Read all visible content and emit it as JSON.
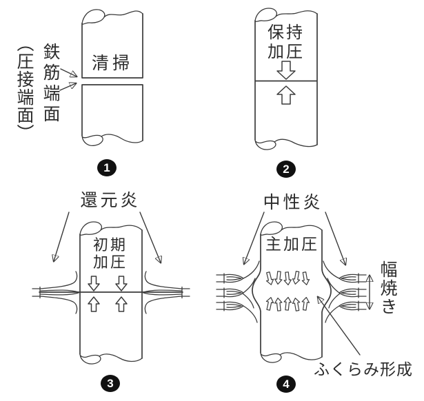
{
  "colors": {
    "line": "#3a3a3a",
    "text": "#2b2b2b",
    "badge_bg": "#111111",
    "badge_text": "#ffffff",
    "background": "#ffffff"
  },
  "panels": {
    "p1": {
      "number": "1",
      "bar_label": "清掃",
      "end_face_label": "鉄筋端面",
      "end_face_label_paren": "（圧接端面）"
    },
    "p2": {
      "number": "2",
      "bar_label": "保持\n加圧"
    },
    "p3": {
      "number": "3",
      "flame_label": "還元炎",
      "bar_label": "初期\n加圧"
    },
    "p4": {
      "number": "4",
      "flame_label": "中性炎",
      "bar_label": "主加圧",
      "width_label": "幅焼き",
      "bulge_label": "ふくらみ形成"
    }
  }
}
